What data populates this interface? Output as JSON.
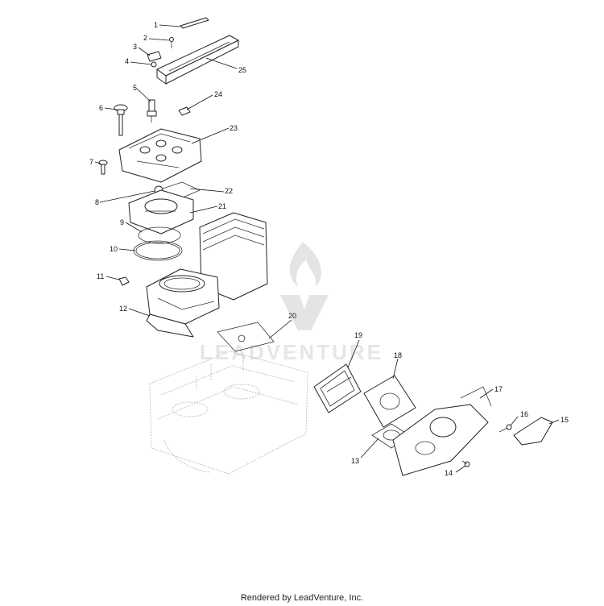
{
  "diagram": {
    "callouts": [
      "1",
      "2",
      "3",
      "4",
      "5",
      "6",
      "7",
      "8",
      "9",
      "10",
      "11",
      "12",
      "13",
      "14",
      "15",
      "16",
      "17",
      "18",
      "19",
      "20",
      "21",
      "22",
      "23",
      "24",
      "25"
    ]
  },
  "watermark": {
    "text": "LEADVENTURE"
  },
  "footer": {
    "text": "Rendered by LeadVenture, Inc."
  }
}
